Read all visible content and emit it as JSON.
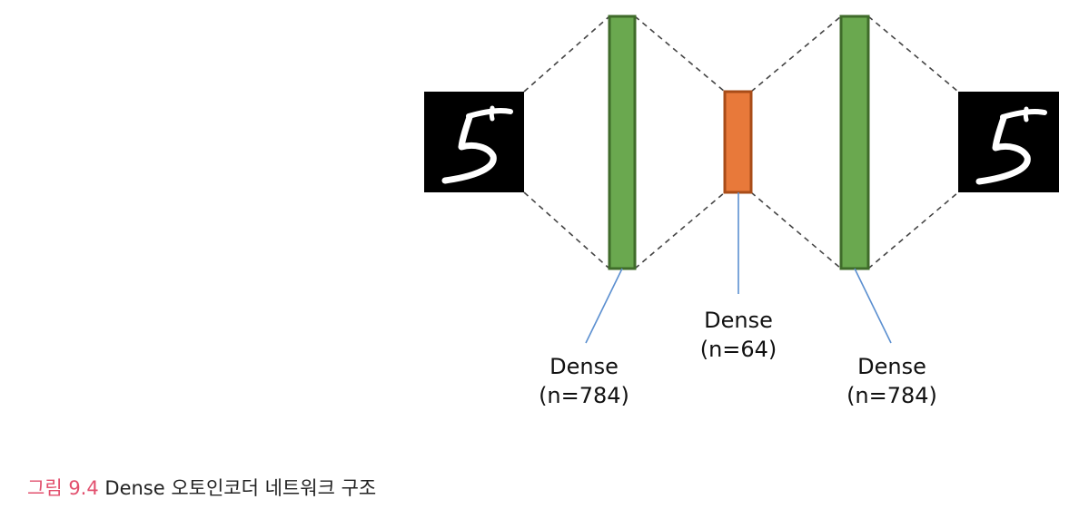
{
  "layers": [
    {
      "name": "Dense",
      "units": "(n=784)"
    },
    {
      "name": "Dense",
      "units": "(n=64)"
    },
    {
      "name": "Dense",
      "units": "(n=784)"
    }
  ],
  "caption": {
    "figure_label": "그림 9.4",
    "text": "Dense 오토인코더 네트워크 구조"
  },
  "colors": {
    "encoder_fill": "#6aa84f",
    "encoder_stroke": "#3f6b2a",
    "bottleneck_fill": "#e8793a",
    "bottleneck_stroke": "#a84c18",
    "pointer_line": "#5b8fd0",
    "figure_label": "#e2506e"
  },
  "icons": {
    "input_image": "handwritten-digit-5-image",
    "output_image": "reconstructed-digit-5-image"
  }
}
